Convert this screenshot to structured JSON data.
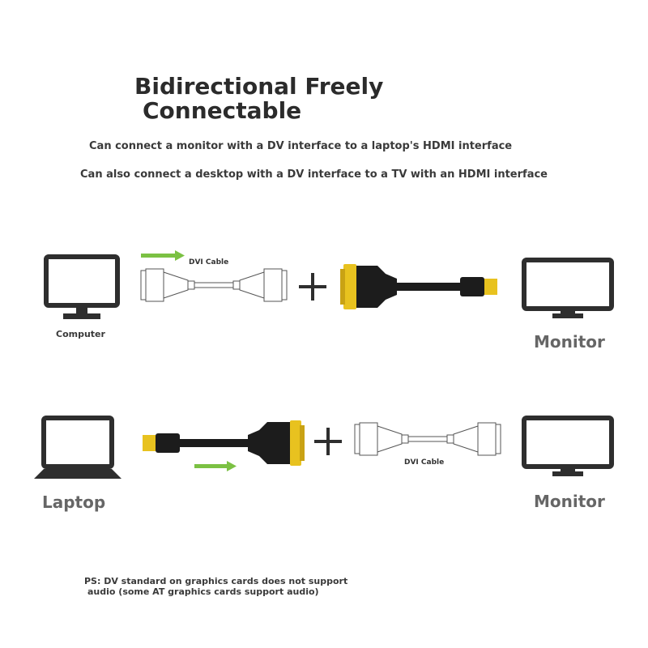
{
  "title": {
    "line1": "Bidirectional Freely",
    "line2": "Connectable"
  },
  "subtitles": [
    "Can connect a monitor with a DV interface to a laptop's HDMI interface",
    "Can also connect a desktop with a DV interface to a TV with an HDMI interface"
  ],
  "row1": {
    "source_label": "Computer",
    "cable_label": "DVI Cable",
    "plus": "+",
    "target_label": "Monitor",
    "icons": [
      "desktop-monitor-icon",
      "dvi-cable-icon",
      "dvi-hdmi-adapter-icon",
      "monitor-icon"
    ]
  },
  "row2": {
    "source_label": "Laptop",
    "cable_label": "DVI Cable",
    "plus": "+",
    "target_label": "Monitor",
    "icons": [
      "laptop-icon",
      "hdmi-dvi-adapter-icon",
      "dvi-cable-icon",
      "monitor-icon"
    ]
  },
  "note": {
    "line1": "PS: DV standard on graphics cards does not support",
    "line2": "audio (some AT graphics cards support audio)"
  },
  "colors": {
    "arrow": "#7bc143",
    "gold": "#e8c21f",
    "device": "#2e2e2e",
    "cable": "#1c1c1c"
  }
}
